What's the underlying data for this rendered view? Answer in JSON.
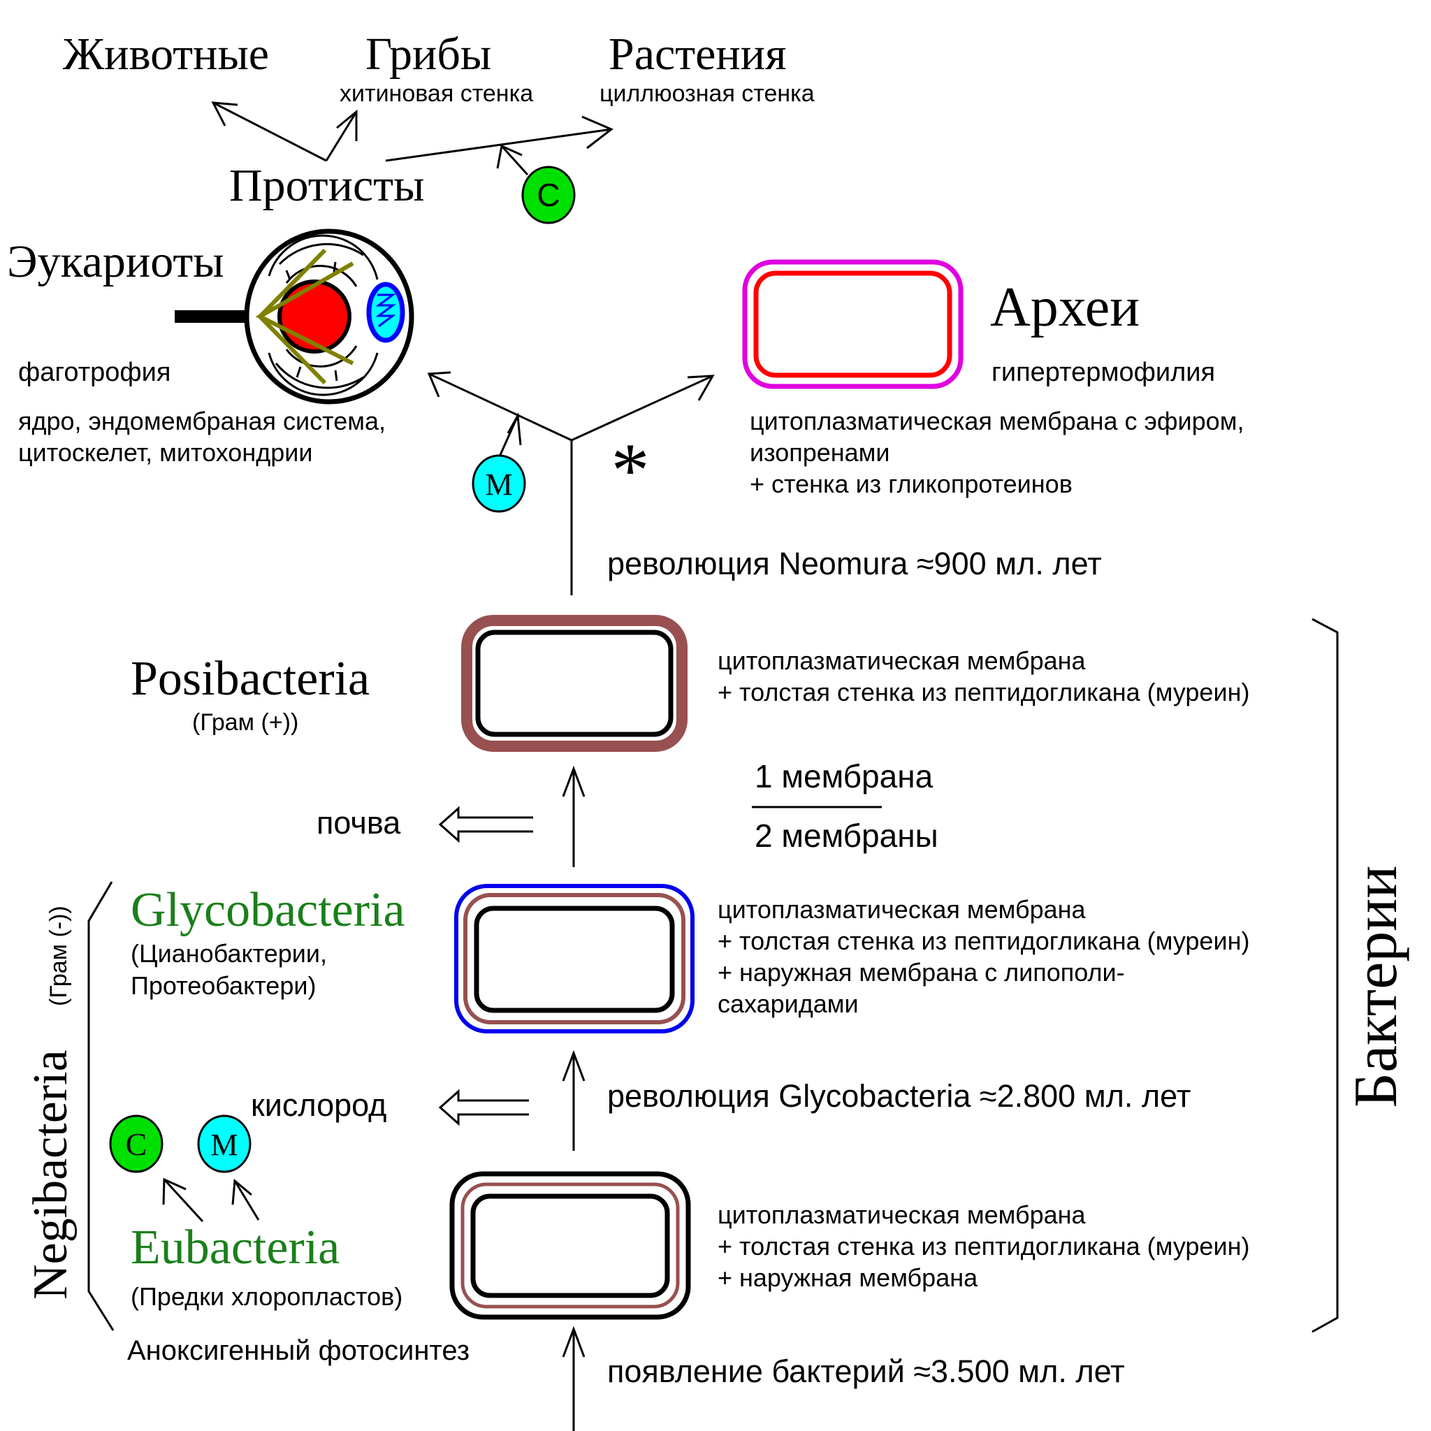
{
  "colors": {
    "green_label": "#1a7f1a",
    "chloroplast_circle": "#00e000",
    "mitochondria_circle": "#00ffff",
    "archaea_outer": "#e000e0",
    "archaea_inner": "#ff0000",
    "peptidoglycan": "#985050",
    "outer_membrane_glyco": "#0000ee",
    "nucleus": "#ff0000",
    "cytoskeleton": "#808000",
    "mitochondrion_fill": "#00ffff",
    "mitochondrion_outline": "#0000ff"
  },
  "top": {
    "animals": "Животные",
    "fungi": "Грибы",
    "fungi_note": "хитиновая стенка",
    "plants": "Растения",
    "plants_note": "циллюозная стенка",
    "protists": "Протисты",
    "chloroplast_badge": "C"
  },
  "eukaryotes": {
    "title": "Эукариоты",
    "trait": "фаготрофия",
    "features_line1": "ядро, эндомембраная система,",
    "features_line2": "цитоскелет, митохондрии",
    "mito_badge": "M"
  },
  "archaea": {
    "title": "Археи",
    "trait": "гипертермофилия",
    "desc_line1": "цитоплазматическая мембрана с эфиром,",
    "desc_line2": "изопренами",
    "desc_line3": "+ стенка из гликопротеинов",
    "asterisk": "*"
  },
  "neomura": {
    "label": "революция Neomura ≈900 мл. лет"
  },
  "posibacteria": {
    "title": "Posibacteria",
    "subtitle": "(Грам (+))",
    "desc_line1": "цитоплазматическая мембрана",
    "desc_line2": "+ толстая стенка из пептидогликана (муреин)",
    "soil_label": "почва"
  },
  "membrane_legend": {
    "top": "1 мембрана",
    "bottom": "2 мембраны"
  },
  "glycobacteria": {
    "title": "Glycobacteria",
    "subtitle_line1": "(Цианобактерии,",
    "subtitle_line2": "Протеобактери)",
    "desc_line1": "цитоплазматическая мембрана",
    "desc_line2": "+ толстая стенка из пептидогликана (муреин)",
    "desc_line3": "+ наружная мембрана с липополи-",
    "desc_line4": "сахаридами",
    "oxygen_label": "кислород",
    "revolution_label": "революция Glycobacteria ≈2.800 мл. лет"
  },
  "eubacteria": {
    "title": "Eubacteria",
    "subtitle": "(Предки хлоропластов)",
    "desc_line1": "цитоплазматическая мембрана",
    "desc_line2": "+ толстая стенка из пептидогликана (муреин)",
    "desc_line3": "+ наружная мембрана",
    "chloroplast_badge": "C",
    "mito_badge": "M",
    "photosynthesis_label": "Аноксигенный фотосинтез",
    "origin_label": "появление бактерий ≈3.500 мл. лет"
  },
  "groups": {
    "negibacteria": "Negibacteria",
    "negibacteria_note": "(Грам (-))",
    "bacteria": "Бактерии"
  }
}
